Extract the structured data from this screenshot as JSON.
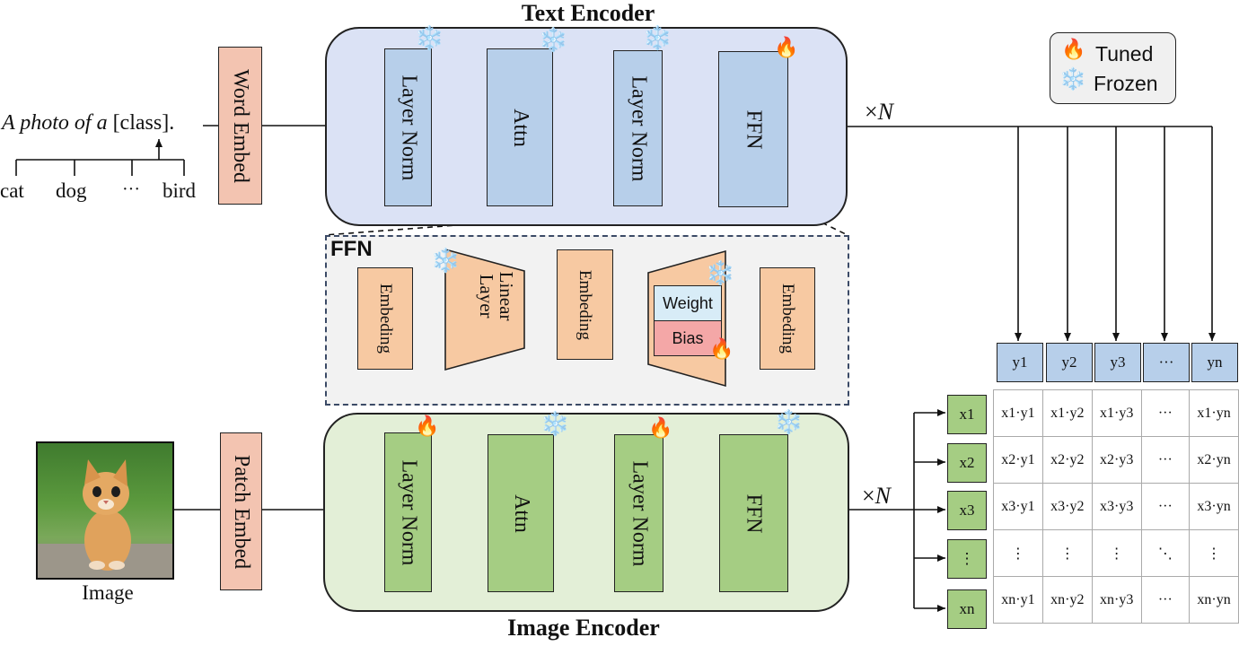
{
  "titles": {
    "text_encoder": "Text Encoder",
    "image_encoder": "Image Encoder",
    "ffn": "FFN"
  },
  "prompt": {
    "template_italic": "A photo of a",
    "template_class": "[class].",
    "classes": [
      "cat",
      "dog",
      "···",
      "bird"
    ]
  },
  "embeds": {
    "word": "Word Embed",
    "patch": "Patch Embed"
  },
  "text_blocks": [
    "Layer Norm",
    "Attn",
    "Layer Norm",
    "FFN"
  ],
  "image_blocks": [
    "Layer Norm",
    "Attn",
    "Layer Norm",
    "FFN"
  ],
  "repeat": "×",
  "repeat_var": "N",
  "ffn_detail": {
    "embeding": "Embeding",
    "linear_layer_1": "Linear",
    "linear_layer_2": "Layer",
    "weight": "Weight",
    "bias": "Bias"
  },
  "legend": {
    "tuned": "Tuned",
    "frozen": "Frozen"
  },
  "image_label": "Image",
  "y_labels": [
    "y1",
    "y2",
    "y3",
    "···",
    "yn"
  ],
  "x_labels": [
    "x1",
    "x2",
    "x3",
    "⋮",
    "xn"
  ],
  "grid": [
    [
      "x1·y1",
      "x1·y2",
      "x1·y3",
      "···",
      "x1·yn"
    ],
    [
      "x2·y1",
      "x2·y2",
      "x2·y3",
      "···",
      "x2·yn"
    ],
    [
      "x3·y1",
      "x3·y2",
      "x3·y3",
      "···",
      "x3·yn"
    ],
    [
      "⋮",
      "⋮",
      "⋮",
      "⋱",
      "⋮"
    ],
    [
      "xn·y1",
      "xn·y2",
      "xn·y3",
      "···",
      "xn·yn"
    ]
  ],
  "icons": {
    "frozen": "snowflake-icon",
    "tuned": "fire-icon"
  },
  "colors": {
    "text_encoder_bg": "#dbe2f5",
    "image_encoder_bg": "#e3efd7",
    "text_block": "#b7cfea",
    "image_block": "#a5cd83",
    "ffn_block": "#f7c9a2",
    "embed_block": "#f3c4b1",
    "bias": "#f4a7a7",
    "weight": "#d8ecf7"
  }
}
